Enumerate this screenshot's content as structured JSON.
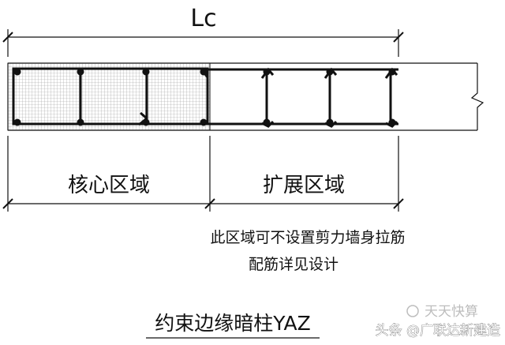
{
  "dimension": {
    "label": "Lc"
  },
  "zones": {
    "core_label": "核心区域",
    "extension_label": "扩展区域"
  },
  "note": {
    "line1": "此区域可不设置剪力墙身拉筋",
    "line2": "配筋详见设计"
  },
  "title": "约束边缘暗柱YAZ",
  "watermark": {
    "faint_text": "天天快算",
    "credit_text": "头条 @广联达新建造"
  },
  "colors": {
    "line": "#111111",
    "hatch": "#9a9a9a",
    "watermark": "#bdbdbd",
    "credit": "#ffffff"
  }
}
